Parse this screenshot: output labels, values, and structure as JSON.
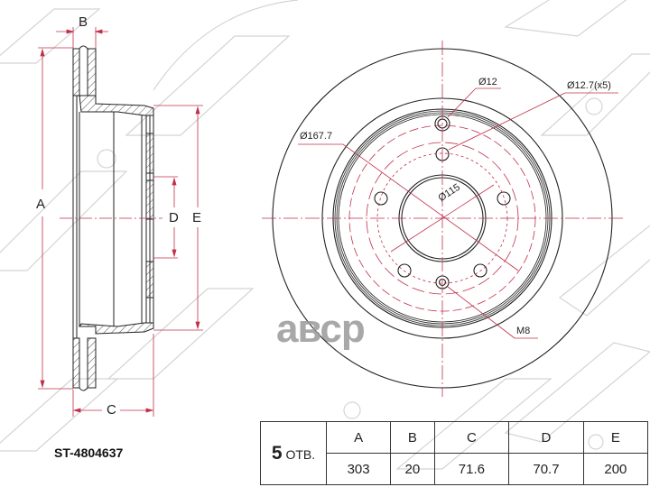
{
  "part_number": "ST-4804637",
  "watermark": "авср",
  "side_view": {
    "labels": {
      "A": "A",
      "B": "B",
      "C": "C",
      "D": "D",
      "E": "E"
    }
  },
  "front_view": {
    "callouts": {
      "outer_bolt_circle": "Ø167.7",
      "locating_hole": "Ø12",
      "bolt_holes": "Ø12.7(x5)",
      "center_bore": "Ø115",
      "thread": "M8"
    }
  },
  "spec_table": {
    "holes_count": "5",
    "holes_label": "ОТВ.",
    "headers": [
      "A",
      "B",
      "C",
      "D",
      "E"
    ],
    "values": [
      "303",
      "20",
      "71.6",
      "70.7",
      "200"
    ]
  },
  "colors": {
    "line": "#222222",
    "dimension": "#c0304a",
    "watermark_pattern": "#d8d8d8"
  }
}
